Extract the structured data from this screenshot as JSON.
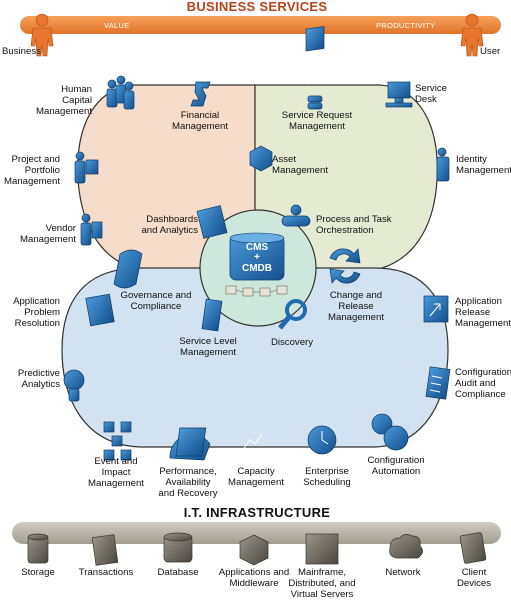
{
  "header": {
    "title": "BUSINESS SERVICES",
    "left_band": "VALUE",
    "right_band": "PRODUCTIVITY",
    "left_person": "Business",
    "right_person": "User"
  },
  "center": {
    "cms": "CMS",
    "plus": "+",
    "cmdb": "CMDB"
  },
  "labels": {
    "human_capital": "Human\nCapital\nManagement",
    "financial": "Financial\nManagement",
    "service_request": "Service Request\nManagement",
    "service_desk": "Service\nDesk",
    "project_portfolio": "Project and\nPortfolio\nManagement",
    "asset": "Asset\nManagement",
    "identity": "Identity\nManagement",
    "vendor": "Vendor\nManagement",
    "dashboards": "Dashboards\nand Analytics",
    "process_task": "Process and Task\nOrchestration",
    "governance": "Governance and\nCompliance",
    "change_release": "Change and\nRelease\nManagement",
    "app_problem": "Application\nProblem\nResolution",
    "app_release": "Application\nRelease\nManagement",
    "service_level": "Service Level\nManagement",
    "discovery": "Discovery",
    "predictive": "Predictive\nAnalytics",
    "config_audit": "Configuration\nAudit and\nCompliance",
    "event_impact": "Event and\nImpact\nManagement",
    "performance": "Performance,\nAvailability\nand Recovery",
    "capacity": "Capacity\nManagement",
    "enterprise_sched": "Enterprise\nScheduling",
    "config_auto": "Configuration\nAutomation"
  },
  "infrastructure": {
    "title": "I.T. INFRASTRUCTURE",
    "items": [
      "Storage",
      "Transactions",
      "Database",
      "Applications and\nMiddleware",
      "Mainframe,\nDistributed, and\nVirtual Servers",
      "Network",
      "Client\nDevices"
    ]
  },
  "colors": {
    "orange": "#f08a3c",
    "dark_orange": "#b8431a",
    "blue_icon": "#1f6bb0",
    "peach": "#f6dccb",
    "green": "#e4ebd2",
    "lightblue": "#d3e2f0",
    "center": "#cde7dd",
    "infra_bar": "#b5b2a6"
  }
}
